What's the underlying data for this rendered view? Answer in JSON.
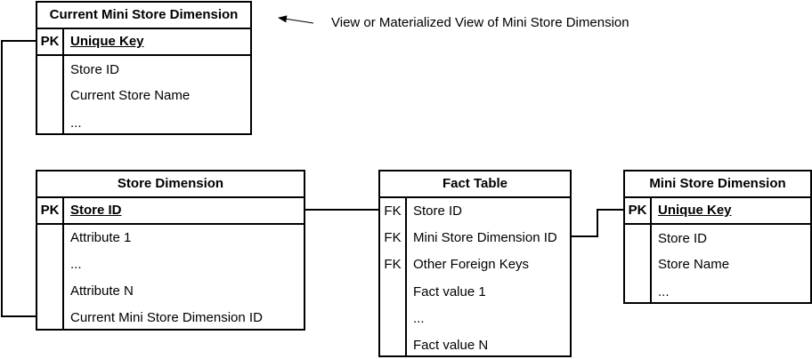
{
  "note": "View or Materialized View of Mini Store Dimension",
  "tables": {
    "current_mini": {
      "title": "Current Mini Store Dimension",
      "key": {
        "tag": "PK",
        "name": "Unique Key"
      },
      "rows": [
        {
          "tag": "",
          "name": "Store ID"
        },
        {
          "tag": "",
          "name": "Current Store Name"
        },
        {
          "tag": "",
          "name": "..."
        }
      ]
    },
    "store": {
      "title": "Store Dimension",
      "key": {
        "tag": "PK",
        "name": "Store ID"
      },
      "rows": [
        {
          "tag": "",
          "name": "Attribute 1"
        },
        {
          "tag": "",
          "name": "..."
        },
        {
          "tag": "",
          "name": "Attribute N"
        },
        {
          "tag": "",
          "name": "Current Mini Store Dimension ID"
        }
      ]
    },
    "fact": {
      "title": "Fact Table",
      "rows": [
        {
          "tag": "FK",
          "name": "Store ID"
        },
        {
          "tag": "FK",
          "name": "Mini Store Dimension ID"
        },
        {
          "tag": "FK",
          "name": "Other Foreign Keys"
        },
        {
          "tag": "",
          "name": "Fact value 1"
        },
        {
          "tag": "",
          "name": "..."
        },
        {
          "tag": "",
          "name": "Fact value N"
        }
      ]
    },
    "mini": {
      "title": "Mini Store Dimension",
      "key": {
        "tag": "PK",
        "name": "Unique Key"
      },
      "rows": [
        {
          "tag": "",
          "name": "Store ID"
        },
        {
          "tag": "",
          "name": "Store Name"
        },
        {
          "tag": "",
          "name": "..."
        }
      ]
    }
  }
}
